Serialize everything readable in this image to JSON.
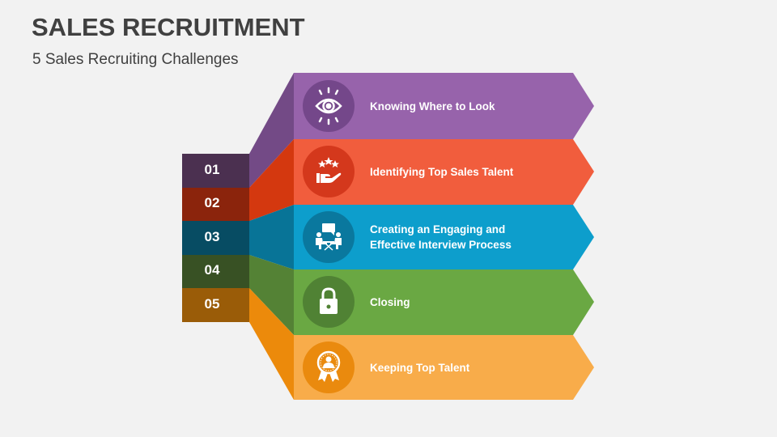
{
  "header": {
    "title": "SALES RECRUITMENT",
    "subtitle": "5 Sales Recruiting Challenges"
  },
  "items": [
    {
      "number": "01",
      "label": "Knowing Where to Look",
      "icon": "eye-icon",
      "colors": {
        "band": "#9763ab",
        "circle": "#74478a",
        "connector": "#734a86",
        "box": "#4b3050"
      }
    },
    {
      "number": "02",
      "label": "Identifying Top Sales Talent",
      "icon": "hand-stars-icon",
      "colors": {
        "band": "#f15d3d",
        "circle": "#d4381c",
        "connector": "#d4380f",
        "box": "#8b240c"
      }
    },
    {
      "number": "03",
      "label": "Creating an Engaging and Effective Interview Process",
      "icon": "interview-icon",
      "colors": {
        "band": "#0d9ecc",
        "circle": "#0a789e",
        "connector": "#087497",
        "box": "#074c63"
      }
    },
    {
      "number": "04",
      "label": "Closing",
      "icon": "lock-icon",
      "colors": {
        "band": "#6aa843",
        "circle": "#508234",
        "connector": "#548235",
        "box": "#385124"
      }
    },
    {
      "number": "05",
      "label": "Keeping Top Talent",
      "icon": "award-badge-icon",
      "colors": {
        "band": "#f8ac4a",
        "circle": "#ea8a0e",
        "connector": "#ec8a0b",
        "box": "#9a5c08"
      }
    }
  ]
}
